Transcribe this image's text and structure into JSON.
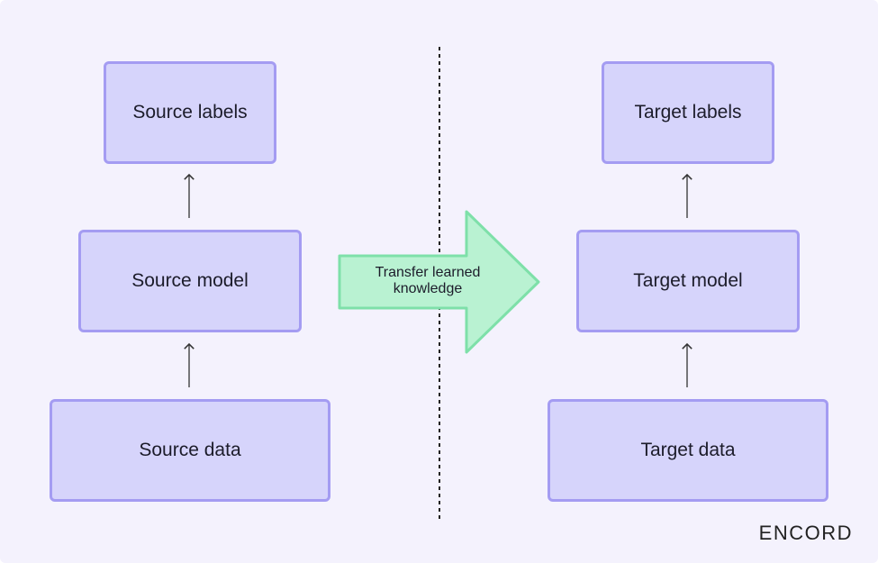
{
  "source": {
    "labels": "Source labels",
    "model": "Source model",
    "data": "Source data"
  },
  "target": {
    "labels": "Target labels",
    "model": "Target model",
    "data": "Target data"
  },
  "transfer": {
    "line1": "Transfer learned",
    "line2": "knowledge"
  },
  "logo": "ENCORD",
  "colors": {
    "background": "#f4f2fd",
    "box_fill": "#d6d4fb",
    "box_border": "#a49cf2",
    "transfer_arrow_fill": "#b9f2d2",
    "transfer_arrow_border": "#7ee0a9"
  }
}
